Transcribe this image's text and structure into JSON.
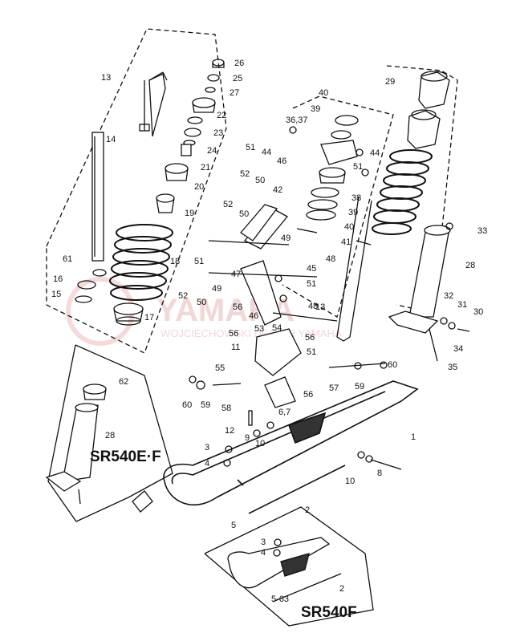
{
  "labels": {
    "l13a": "13",
    "l14": "14",
    "l26": "26",
    "l25": "25",
    "l27": "27",
    "l22": "22",
    "l23": "23",
    "l24": "24",
    "l21": "21",
    "l20": "20",
    "l19": "19",
    "l18": "18",
    "l17": "17",
    "l61": "61",
    "l16": "16",
    "l15": "15",
    "l40a": "40",
    "l39a": "39",
    "l3637": "36,37",
    "l51a": "51",
    "l44a": "44",
    "l44b": "44",
    "l46a": "46",
    "l51b": "51",
    "l38": "38",
    "l39b": "39",
    "l40b": "40",
    "l41": "41",
    "l48a": "48",
    "l52a": "52",
    "l50a": "50",
    "l42": "42",
    "l52b": "52",
    "l50b": "50",
    "l49": "49",
    "l51c": "51",
    "l45": "45",
    "l47": "47",
    "l49b": "49",
    "l52c": "52",
    "l51d": "51",
    "l50c": "50",
    "l56a": "56",
    "l46b": "46",
    "l48b": "48",
    "l13b": "13",
    "l29": "29",
    "l33": "33",
    "l28a": "28",
    "l32": "32",
    "l31": "31",
    "l30": "30",
    "l34": "34",
    "l35": "35",
    "l53": "53",
    "l54": "54",
    "l56b": "56",
    "l11": "11",
    "l56c": "56",
    "l51e": "51",
    "l55": "55",
    "l57": "57",
    "l60a": "60",
    "l59a": "59",
    "l56d": "56",
    "l60b": "60",
    "l59b": "59",
    "l58": "58",
    "l67": "6,7",
    "l62": "62",
    "l28b": "28",
    "l12": "12",
    "l9": "9",
    "l10a": "10",
    "l1": "1",
    "l3a": "3",
    "l4a": "4",
    "l10b": "10",
    "l8": "8",
    "l2a": "2",
    "l5a": "5",
    "l3b": "3",
    "l4b": "4",
    "l2b": "2",
    "l563": "5-63"
  },
  "model_labels": {
    "upper": "SR540E·F",
    "lower": "SR540F"
  },
  "watermark": {
    "line1": "YAMAHA",
    "line2": "WOJCIECHOWSKI DEALER YAMAHA"
  }
}
